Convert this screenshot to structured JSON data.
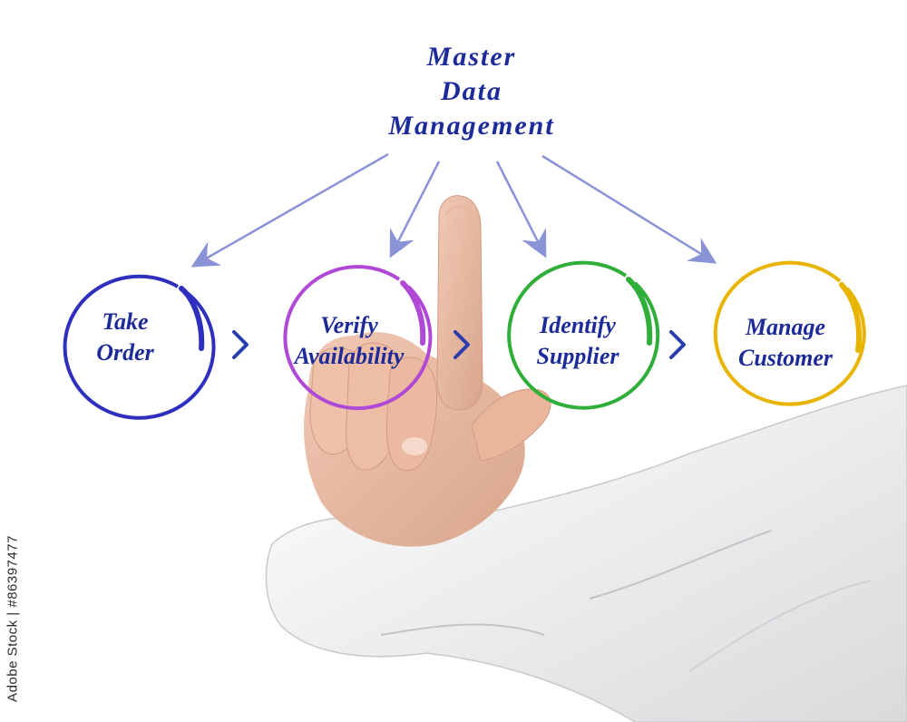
{
  "title": {
    "line1": "Master",
    "line2": "Data",
    "line3": "Management"
  },
  "nodes": [
    {
      "line1": "Take",
      "line2": "Order",
      "ring_color": "#2f2fbf"
    },
    {
      "line1": "Verify",
      "line2": "Availability",
      "ring_color": "#b04ad6"
    },
    {
      "line1": "Identify",
      "line2": "Supplier",
      "ring_color": "#2fae3a"
    },
    {
      "line1": "Manage",
      "line2": "Customer",
      "ring_color": "#e8b400"
    }
  ],
  "colors": {
    "text": "#1c2a9a",
    "arrow": "#8a93d6",
    "chevron": "#2a3fae"
  },
  "watermark": {
    "text": "Adobe Stock | #86397477"
  }
}
